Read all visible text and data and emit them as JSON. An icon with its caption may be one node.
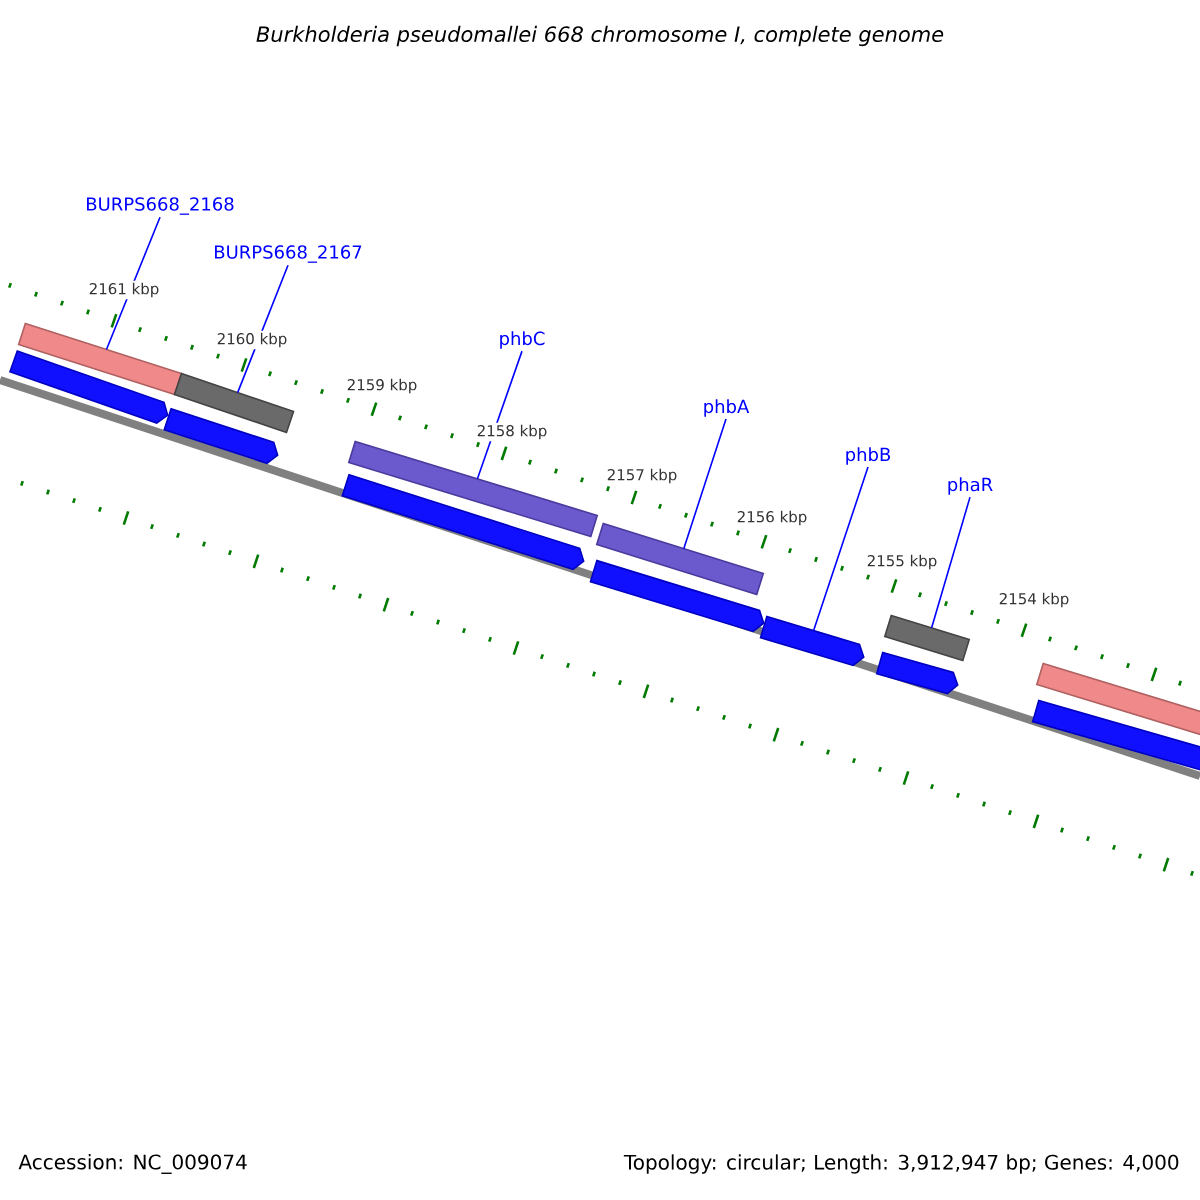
{
  "diagram": {
    "title": "Burkholderia pseudomallei 668 chromosome I, complete genome",
    "nodes": [
      {
        "text": [
          "BURPS668_2168"
        ]
      },
      {
        "text": [
          "BURPS668_2167"
        ]
      },
      {
        "text": [
          "phbC"
        ]
      },
      {
        "text": [
          "phbA"
        ]
      },
      {
        "text": [
          "phbB"
        ]
      },
      {
        "text": [
          "phaR"
        ]
      },
      {
        "text": [],
        "shape": "bar"
      },
      {
        "text": [],
        "shape": "bar"
      },
      {
        "text": [],
        "shape": "bar"
      },
      {
        "text": [],
        "shape": "bar"
      },
      {
        "text": [],
        "shape": "bar"
      },
      {
        "text": [],
        "shape": "bar"
      },
      {
        "text": [],
        "shape": "arrow"
      },
      {
        "text": [],
        "shape": "arrow"
      },
      {
        "text": [],
        "shape": "arrow"
      },
      {
        "text": [],
        "shape": "arrow"
      },
      {
        "text": [],
        "shape": "arrow"
      },
      {
        "text": [],
        "shape": "arrow"
      },
      {
        "text": [],
        "shape": "arrow"
      }
    ],
    "edges": [
      {
        "from": 0,
        "to": 6,
        "arrow": "none"
      },
      {
        "from": 1,
        "to": 7,
        "arrow": "none"
      },
      {
        "from": 2,
        "to": 8,
        "arrow": "none"
      },
      {
        "from": 3,
        "to": 9,
        "arrow": "none"
      },
      {
        "from": 4,
        "to": 16,
        "arrow": "none"
      },
      {
        "from": 5,
        "to": 10,
        "arrow": "none"
      }
    ],
    "labels": [
      "2161 kbp",
      "2160 kbp",
      "2159 kbp",
      "2158 kbp",
      "2157 kbp",
      "2156 kbp",
      "2155 kbp",
      "2154 kbp",
      "Accession: NC_009074",
      "Topology: circular; Length: 3,912,947 bp; Genes: 4,000"
    ]
  }
}
